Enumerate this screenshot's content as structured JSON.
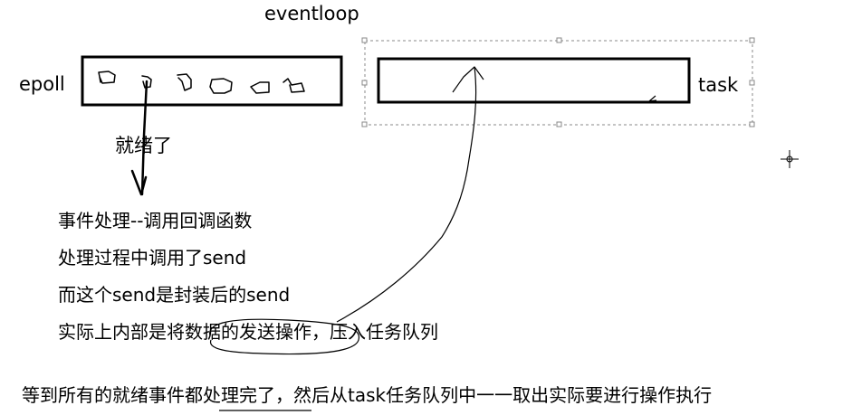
{
  "labels": {
    "eventloop": "eventloop",
    "epoll": "epoll",
    "task": "task",
    "ready": "就绪了"
  },
  "notes": [
    "事件处理--调用回调函数",
    "处理过程中调用了send",
    "而这个send是封装后的send",
    "实际上内部是将数据的发送操作，压入任务队列"
  ],
  "bottom_text": "等到所有的就绪事件都处理完了，然后从task任务队列中一一取出实际要进行操作执行"
}
